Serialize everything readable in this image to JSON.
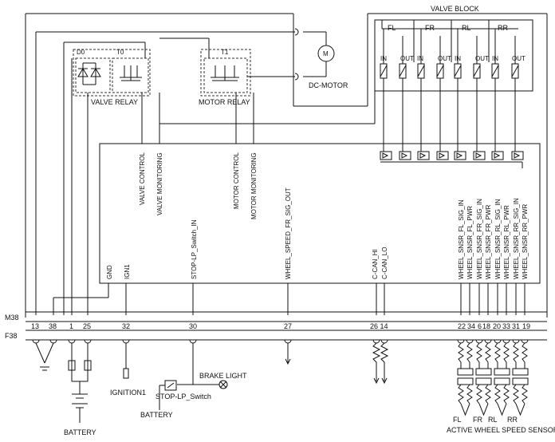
{
  "valve_block": {
    "title": "VALVE BLOCK",
    "wheels": [
      "FL",
      "FR",
      "RL",
      "RR"
    ],
    "in_label": "IN",
    "out_label": "OUT"
  },
  "motor": {
    "symbol": "M",
    "label": "DC-MOTOR"
  },
  "valve_relay": {
    "diode": "D0",
    "transistor": "T0",
    "label": "VALVE RELAY"
  },
  "motor_relay": {
    "transistor": "T1",
    "label": "MOTOR RELAY"
  },
  "ecu_signals": {
    "gnd": "GND",
    "ign1": "IGN1",
    "valve_control": "VALVE CONTROL",
    "valve_monitoring": "VALVE MONITORING",
    "motor_control": "MOTOR CONTROL",
    "motor_monitoring": "MOTOR MONITORING",
    "stop_lp": "STOP-LP_Switch_IN",
    "wheel_speed_fr_out": "WHEEL_SPEED_FR_SIG_OUT",
    "can_hi": "C-CAN_HI",
    "can_lo": "C-CAN_LO",
    "sensor_signals": [
      "WHEEL_SNSR_FL_SIG_IN",
      "WHEEL_SNSR_FL_PWR",
      "WHEEL_SNSR_FR_SIG_IN",
      "WHEEL_SNSR_FR_PWR",
      "WHEEL_SNSR_RL_SIG_IN",
      "WHEEL_SNSR_RL_PWR",
      "WHEEL_SNSR_RR_SIG_IN",
      "WHEEL_SNSR_RR_PWR"
    ]
  },
  "connectors": {
    "m38": "M38",
    "f38": "F38",
    "pins_left": [
      "13",
      "38",
      "1",
      "25",
      "32",
      "30",
      "27"
    ],
    "pins_can": "26 14",
    "pins_sensor": [
      "22",
      "34",
      "6",
      "18",
      "20",
      "33",
      "31",
      "19"
    ]
  },
  "external": {
    "battery": "BATTERY",
    "battery2": "BATTERY",
    "ignition": "IGNITION1",
    "stop_lp_switch": "STOP-LP_Switch",
    "brake_light": "BRAKE LIGHT",
    "wheel_positions": [
      "FL",
      "FR",
      "RL",
      "RR"
    ],
    "wheel_sensor": "ACTIVE WHEEL SPEED SENSOR"
  }
}
